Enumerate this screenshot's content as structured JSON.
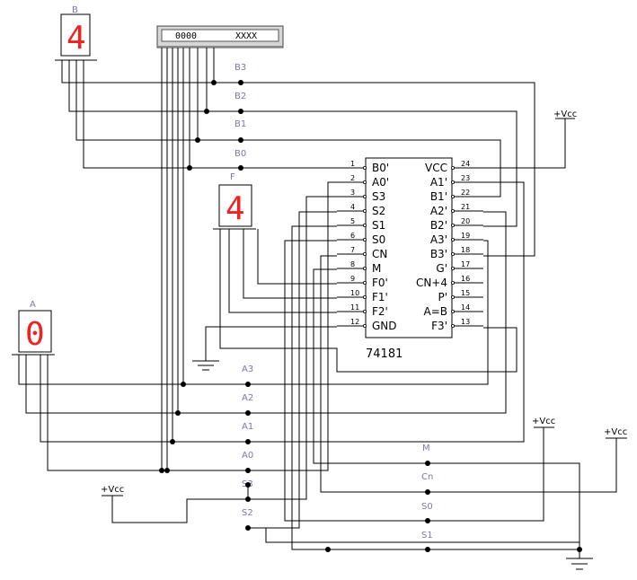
{
  "displays": [
    {
      "id": "B",
      "label": "B",
      "digit": "4"
    },
    {
      "id": "F",
      "label": "F",
      "digit": "4"
    },
    {
      "id": "A",
      "label": "A",
      "digit": "0"
    }
  ],
  "word_generator": {
    "left_value": "0000",
    "right_value": "XXXX"
  },
  "bus_labels": {
    "b3": "B3",
    "b2": "B2",
    "b1": "B1",
    "b0": "B0",
    "a3": "A3",
    "a2": "A2",
    "a1": "A1",
    "a0": "A0",
    "s3": "S3",
    "s2": "S2",
    "m": "M",
    "cn": "Cn",
    "s0": "S0",
    "s1": "S1"
  },
  "chip": {
    "title": "74181",
    "left_pins": [
      {
        "num": "1",
        "name": "B0'"
      },
      {
        "num": "2",
        "name": "A0'"
      },
      {
        "num": "3",
        "name": "S3"
      },
      {
        "num": "4",
        "name": "S2"
      },
      {
        "num": "5",
        "name": "S1"
      },
      {
        "num": "6",
        "name": "S0"
      },
      {
        "num": "7",
        "name": "CN"
      },
      {
        "num": "8",
        "name": "M"
      },
      {
        "num": "9",
        "name": "F0'"
      },
      {
        "num": "10",
        "name": "F1'"
      },
      {
        "num": "11",
        "name": "F2'"
      },
      {
        "num": "12",
        "name": "GND"
      }
    ],
    "right_pins": [
      {
        "num": "24",
        "name": "VCC"
      },
      {
        "num": "23",
        "name": "A1'"
      },
      {
        "num": "22",
        "name": "B1'"
      },
      {
        "num": "21",
        "name": "A2'"
      },
      {
        "num": "20",
        "name": "B2'"
      },
      {
        "num": "19",
        "name": "A3'"
      },
      {
        "num": "18",
        "name": "B3'"
      },
      {
        "num": "17",
        "name": "G'"
      },
      {
        "num": "16",
        "name": "CN+4"
      },
      {
        "num": "15",
        "name": "P'"
      },
      {
        "num": "14",
        "name": "A=B"
      },
      {
        "num": "13",
        "name": "F3'"
      }
    ]
  },
  "vcc_labels": {
    "chip": "+Vcc",
    "s0": "+Vcc",
    "cn": "+Vcc",
    "s3": "+Vcc"
  }
}
